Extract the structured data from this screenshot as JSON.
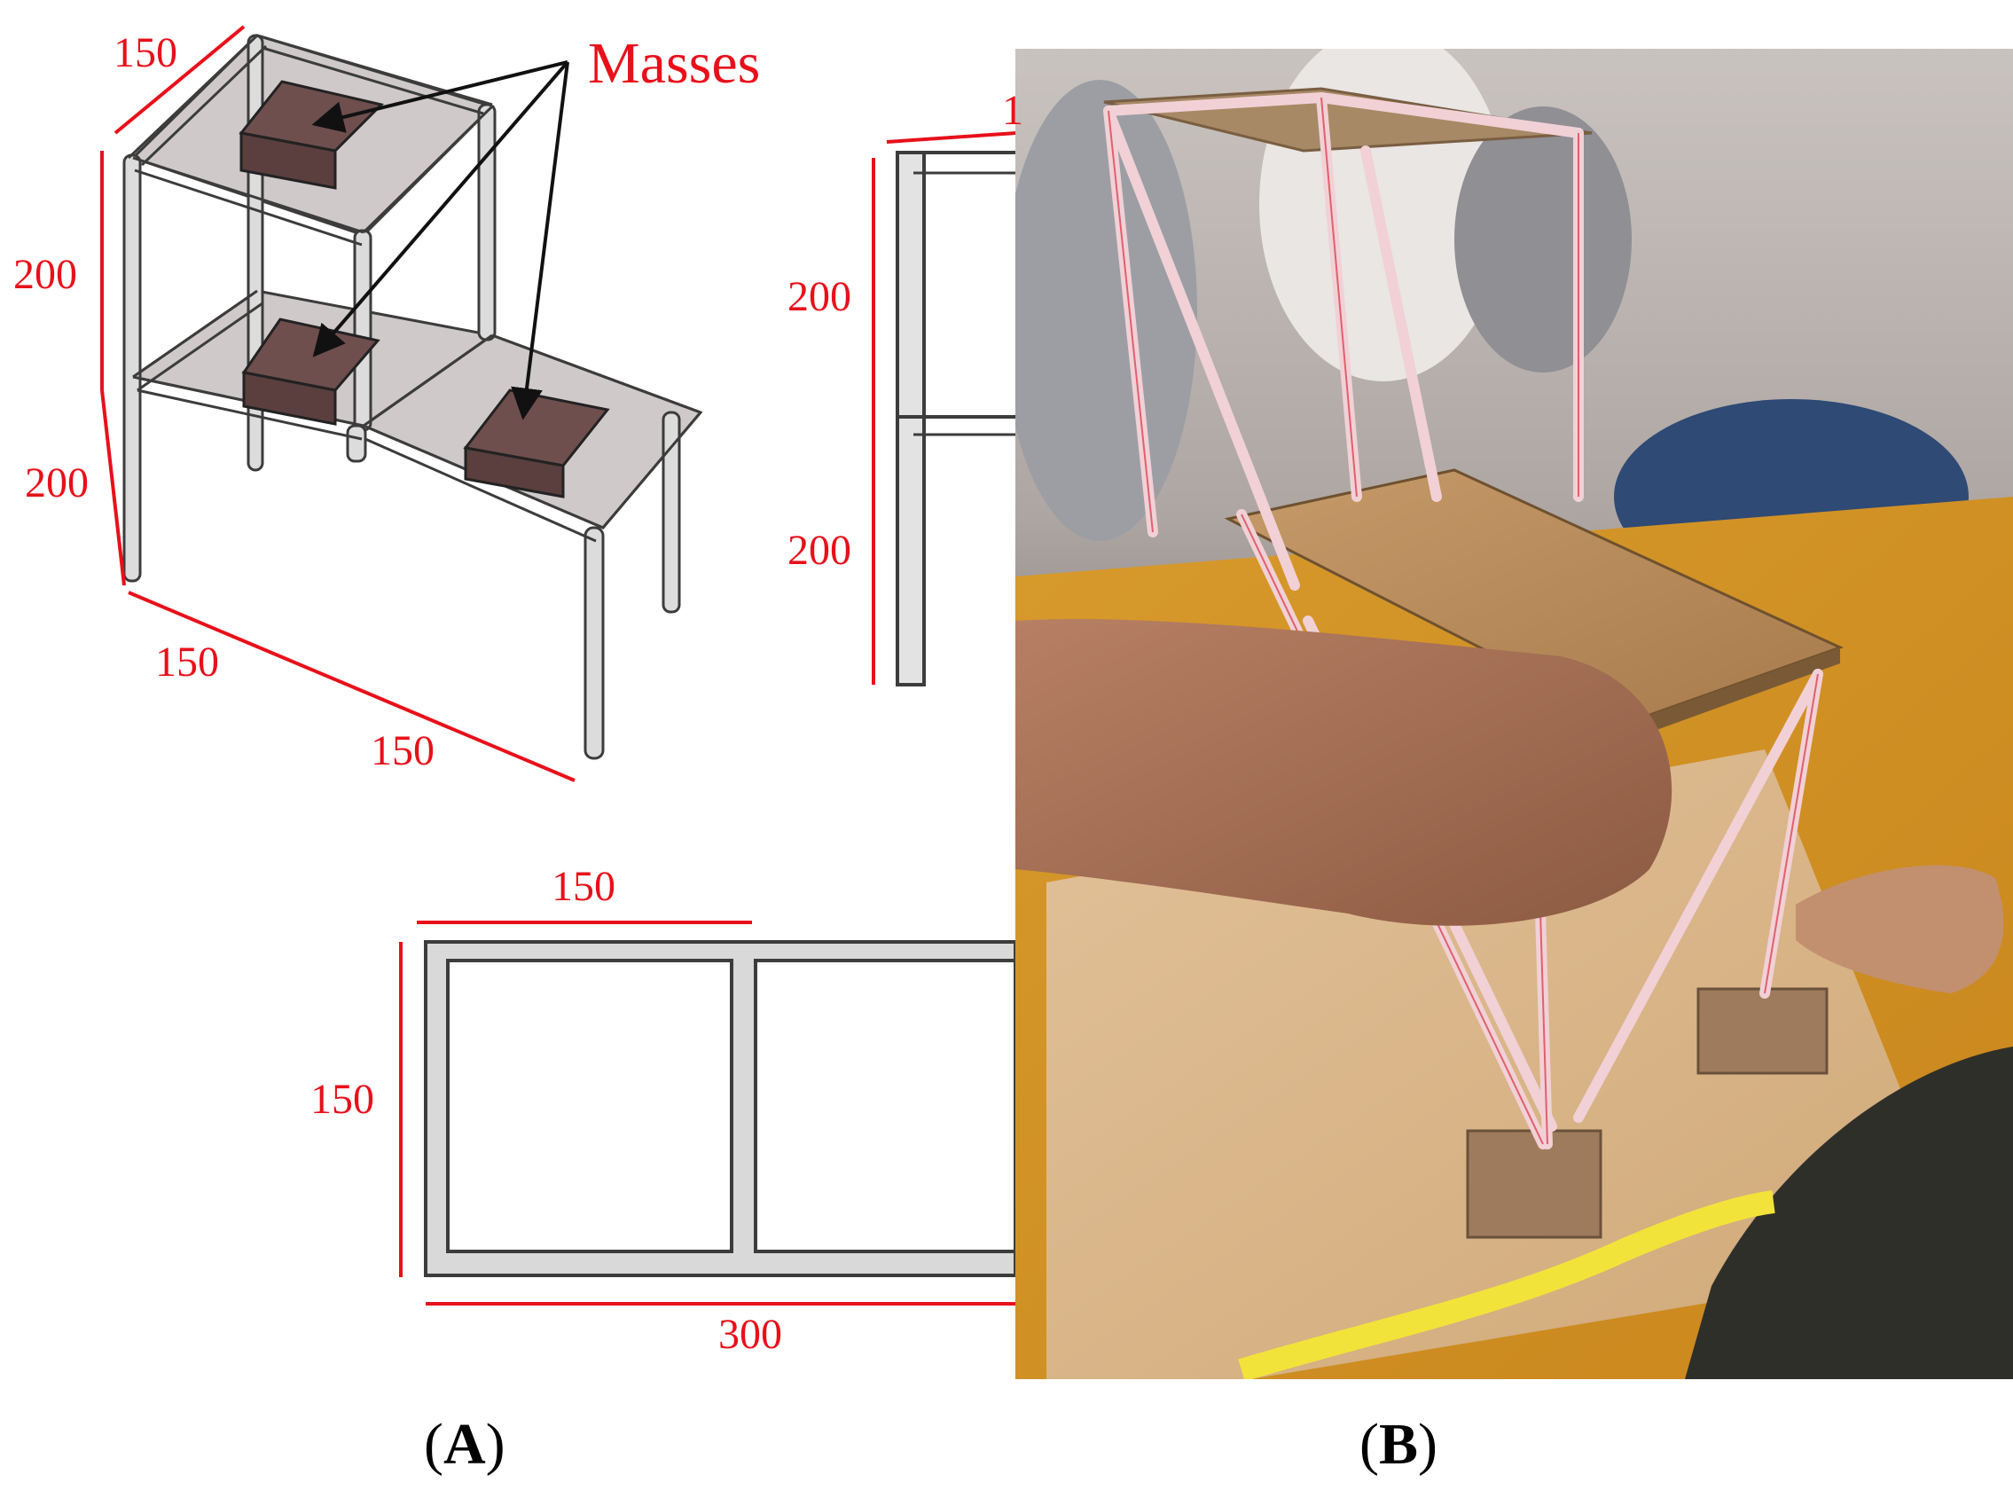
{
  "figure": {
    "annotation_label": "Masses",
    "panel_a_label": "A",
    "panel_b_label": "B",
    "iso_view": {
      "dim_top_width": "150",
      "dim_upper_height": "200",
      "dim_lower_height": "200",
      "dim_front_left": "150",
      "dim_front_right": "150"
    },
    "side_view": {
      "dim_top_partial": "1",
      "dim_upper_height": "200",
      "dim_lower_height": "200"
    },
    "plan_view": {
      "dim_bay_width": "150",
      "dim_depth": "150",
      "dim_total_length": "300"
    }
  },
  "colors": {
    "dimension_red": "#e8101a",
    "frame_gray": "#d7d7d7",
    "mass_brown": "#6e4f4e",
    "shelf_gray": "#cfc9c9",
    "cardboard": "#b88d5f",
    "plywood": "#d8b58a",
    "table_orange": "#d79a2c"
  }
}
